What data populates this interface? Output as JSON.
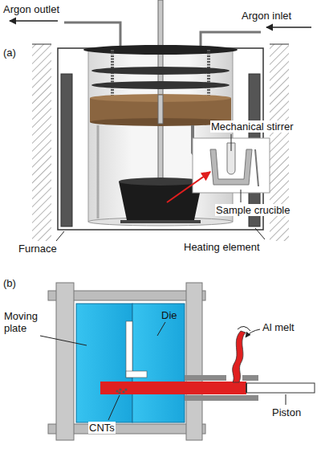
{
  "diagram": {
    "labels": [
      "(a)",
      "Argon outlet",
      "Argon inlet",
      "Mechanical stirrer",
      "Sample crucible",
      "Furnace",
      "Heating element",
      "(b)",
      "Moving plate",
      "Die",
      "Al melt",
      "CNTs",
      "Piston"
    ]
  }
}
